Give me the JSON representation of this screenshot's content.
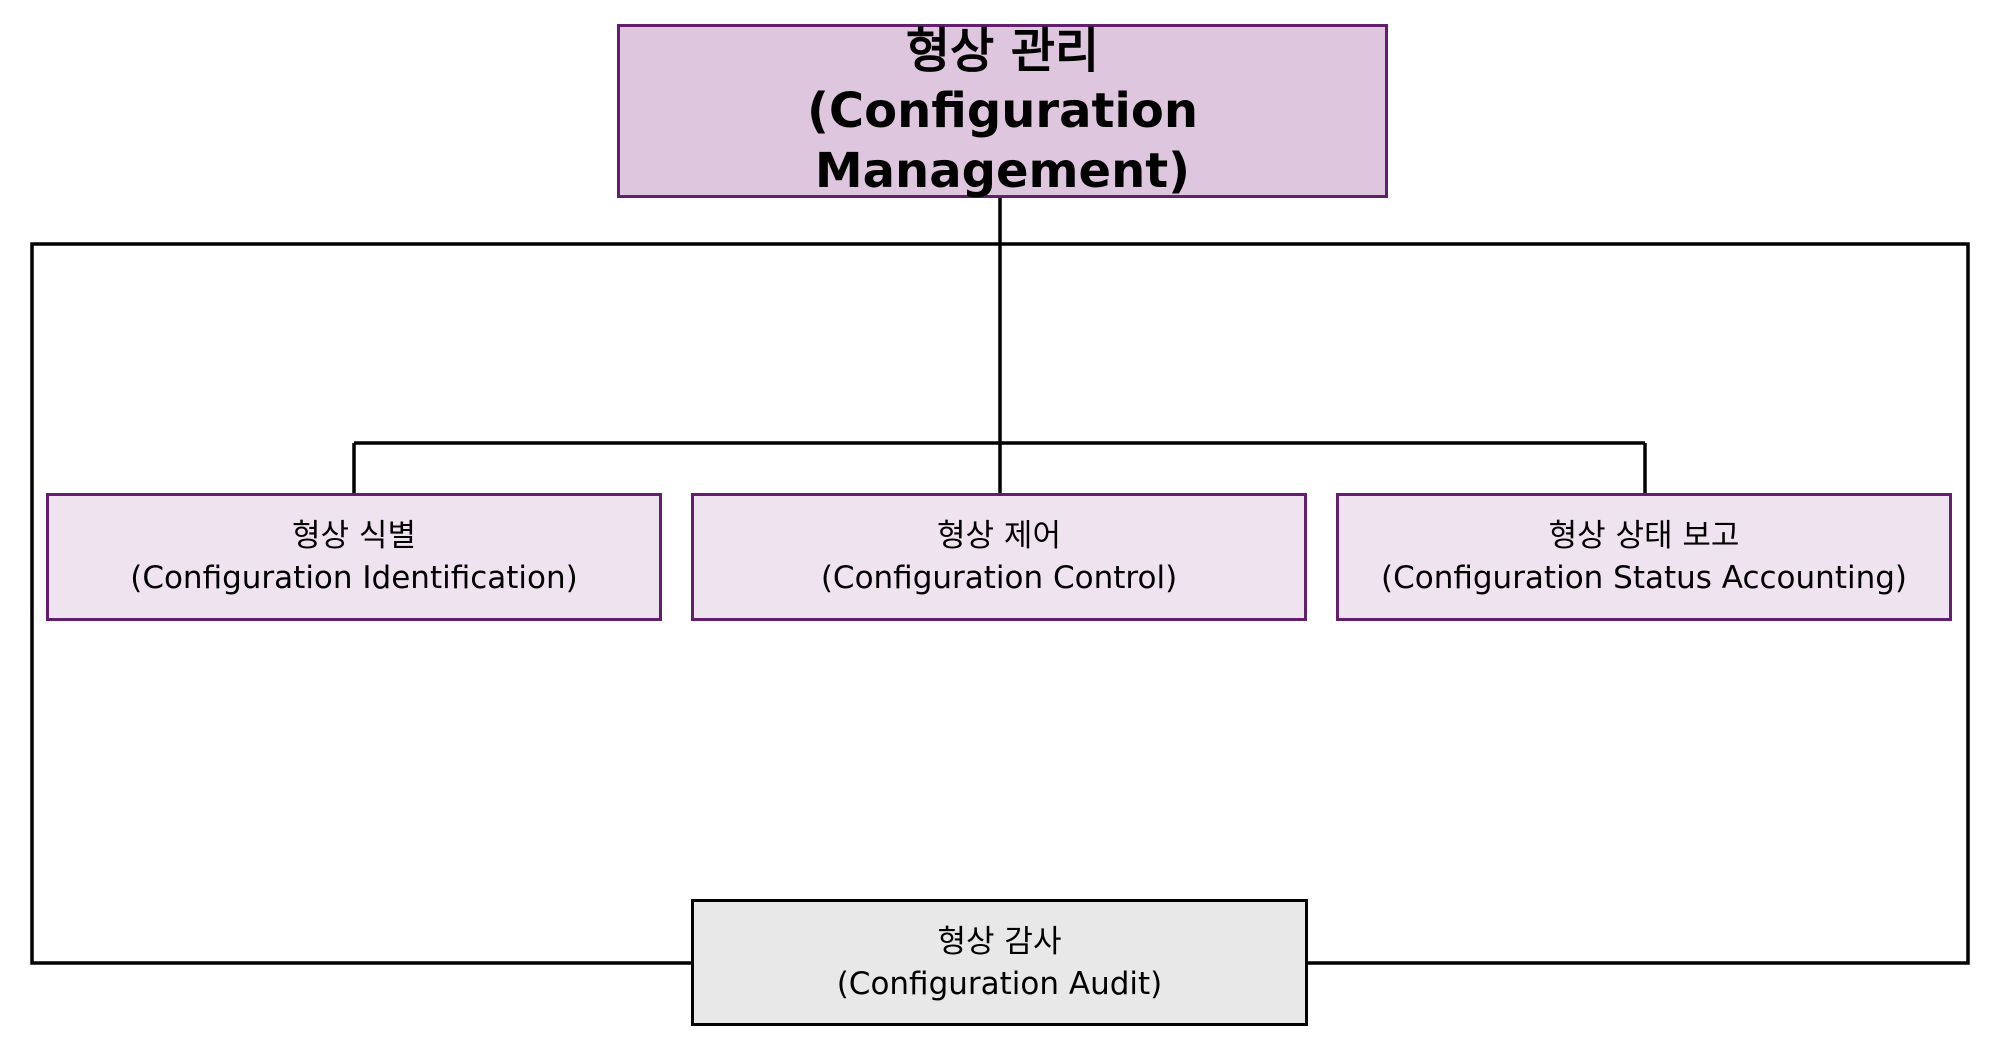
{
  "root": {
    "title_ko": "형상 관리",
    "title_en": "(Configuration Management)"
  },
  "activities": [
    {
      "name_ko": "형상 식별",
      "name_en": "(Configuration Identification)"
    },
    {
      "name_ko": "형상 제어",
      "name_en": "(Configuration Control)"
    },
    {
      "name_ko": "형상 상태 보고",
      "name_en": "(Configuration Status Accounting)"
    }
  ],
  "audit": {
    "name_ko": "형상 감사",
    "name_en": "(Configuration Audit)"
  },
  "colors": {
    "root_fill": "#dfc6df",
    "child_fill": "#f0e3f0",
    "audit_fill": "#e8e8e8",
    "border": "#621f6b"
  }
}
